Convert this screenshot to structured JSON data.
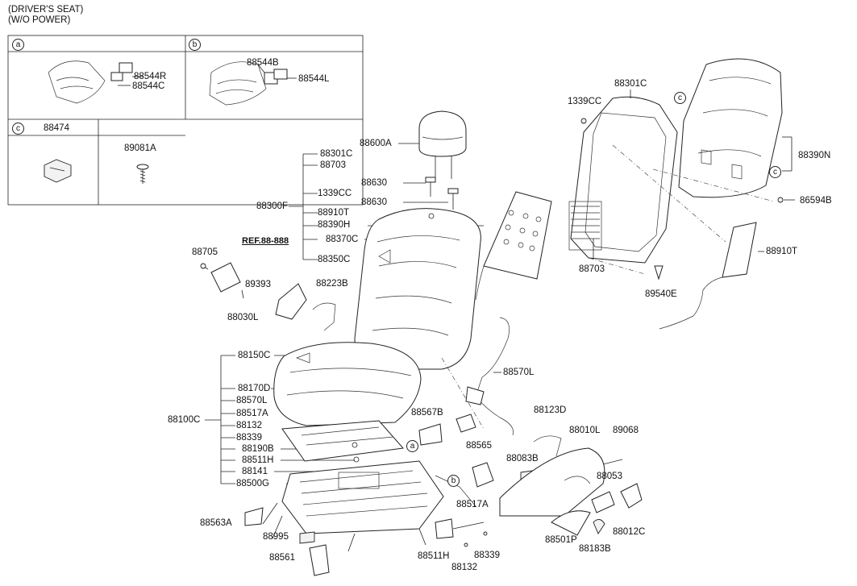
{
  "header": {
    "line1": "(DRIVER'S SEAT)",
    "line2": "(W/O POWER)"
  },
  "inset_table": {
    "a": {
      "letter": "a",
      "parts": [
        "88544R",
        "88544C"
      ]
    },
    "b": {
      "letter": "b",
      "parts": [
        "88544B",
        "88544L"
      ]
    },
    "c": {
      "letter": "c",
      "part": "88474"
    },
    "d": {
      "part": "89081A"
    }
  },
  "callouts": {
    "a": "a",
    "b": "b",
    "c": "c"
  },
  "group_88300F": {
    "parent": "88300F",
    "children": [
      "88301C",
      "88703",
      "1339CC",
      "88910T",
      "88390H",
      "88370C",
      "88350C"
    ]
  },
  "group_88100C": {
    "parent": "88100C",
    "children": [
      "88150C",
      "88170D",
      "88570L",
      "88517A",
      "88132",
      "88339",
      "88190B",
      "88511H",
      "88141",
      "88500G"
    ]
  },
  "parts": {
    "p88600A": "88600A",
    "p88630a": "88630",
    "p88630b": "88630",
    "ref": "REF.88-888",
    "p88705": "88705",
    "p89393": "89393",
    "p88223B": "88223B",
    "p88030L": "88030L",
    "p1339CC": "1339CC",
    "p88301C": "88301C",
    "p88390N": "88390N",
    "p86594B": "86594B",
    "p88910T": "88910T",
    "p88703": "88703",
    "p89540E": "89540E",
    "p88570L": "88570L",
    "p88567B": "88567B",
    "p88123D": "88123D",
    "p88010L": "88010L",
    "p89068": "89068",
    "p88565": "88565",
    "p88083B": "88083B",
    "p88053": "88053",
    "p88517A": "88517A",
    "p88563A": "88563A",
    "p88995": "88995",
    "p88561": "88561",
    "p88511H": "88511H",
    "p88339": "88339",
    "p88132": "88132",
    "p88501P": "88501P",
    "p88183B": "88183B",
    "p88012C": "88012C"
  }
}
